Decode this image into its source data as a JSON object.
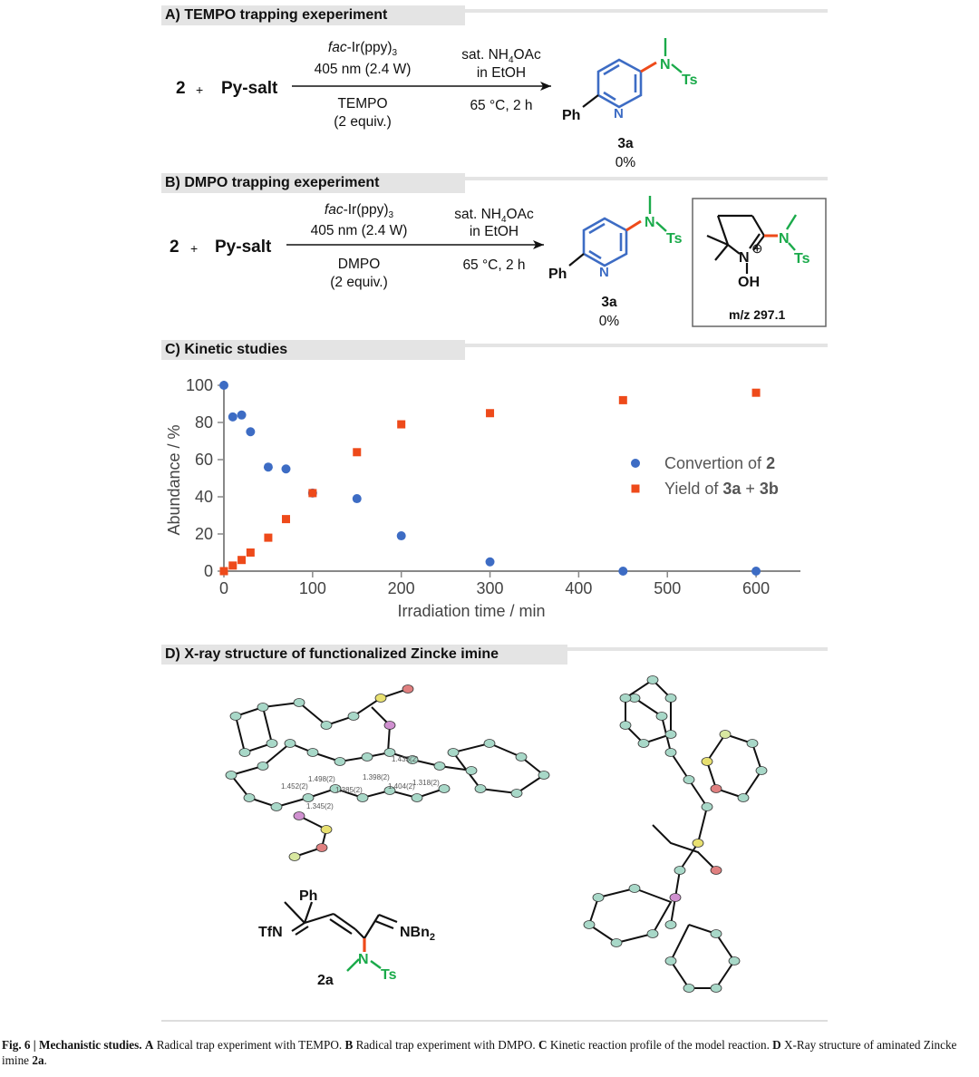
{
  "sections": {
    "a": "A) TEMPO trapping exeperiment",
    "b": "B) DMPO trapping exeperiment",
    "c": "C) Kinetic studies",
    "d": "D) X-ray structure of functionalized Zincke imine"
  },
  "scheme_a": {
    "reactant1": "2",
    "plus": "+",
    "reactant2": "Py-salt",
    "cat_prefix": "fac",
    "cat_rest": "-Ir(ppy)",
    "cat_sub": "3",
    "light": "405 nm (2.4 W)",
    "additive": "TEMPO",
    "equiv": "(2 equiv.)",
    "reagent_pre": "sat. NH",
    "reagent_sub": "4",
    "reagent_post": "OAc",
    "solvent": "in EtOH",
    "temp": "65 °C, 2 h",
    "product": "3a",
    "yield": "0%"
  },
  "scheme_b": {
    "reactant1": "2",
    "plus": "+",
    "reactant2": "Py-salt",
    "cat_prefix": "fac",
    "cat_rest": "-Ir(ppy)",
    "cat_sub": "3",
    "light": "405 nm (2.4 W)",
    "additive": "DMPO",
    "equiv": "(2 equiv.)",
    "reagent_pre": "sat. NH",
    "reagent_sub": "4",
    "reagent_post": "OAc",
    "solvent": "in EtOH",
    "temp": "65 °C, 2 h",
    "product": "3a",
    "yield": "0%",
    "adduct_mz": "m/z 297.1"
  },
  "molecule_labels": {
    "ph": "Ph",
    "n": "N",
    "ts": "Ts",
    "oh": "OH",
    "plus_circle": "⊕",
    "tfn": "TfN",
    "nbn2": "NBn",
    "nbn2_sub": "2",
    "compound_2a": "2a"
  },
  "bond_lengths": [
    "1.433(2)",
    "1.498(2)",
    "1.398(2)",
    "1.385(2)",
    "1.404(2)",
    "1.318(2)",
    "1.452(2)",
    "1.345(2)"
  ],
  "chart_data": {
    "type": "scatter",
    "xlabel": "Irradiation time / min",
    "ylabel": "Abundance / %",
    "xlim": [
      0,
      650
    ],
    "ylim": [
      0,
      100
    ],
    "xticks": [
      0,
      100,
      200,
      300,
      400,
      500,
      600
    ],
    "yticks": [
      0,
      20,
      40,
      60,
      80,
      100
    ],
    "legend_position": "right",
    "series": [
      {
        "name_pre": "Convertion of ",
        "name_bold": "2",
        "marker": "circle",
        "color": "#3d6cc4",
        "x": [
          0,
          10,
          20,
          30,
          50,
          70,
          100,
          150,
          200,
          300,
          450,
          600
        ],
        "y": [
          100,
          83,
          84,
          75,
          56,
          55,
          42,
          39,
          19,
          5,
          0,
          0
        ]
      },
      {
        "name_pre": "Yield of ",
        "name_bold": "3a",
        "name_mid": " + ",
        "name_bold2": "3b",
        "marker": "square",
        "color": "#ee4a1a",
        "x": [
          0,
          10,
          20,
          30,
          50,
          70,
          100,
          150,
          200,
          300,
          450,
          600
        ],
        "y": [
          0,
          3,
          6,
          10,
          18,
          28,
          42,
          64,
          79,
          85,
          92,
          96
        ]
      }
    ]
  },
  "caption": {
    "fig": "Fig. 6 | Mechanistic studies.",
    "a_tag": "A",
    "a_text": " Radical trap experiment with TEMPO. ",
    "b_tag": "B",
    "b_text": " Radical trap experiment with DMPO. ",
    "c_tag": "C",
    "c_text": " Kinetic reaction profile of the model reaction. ",
    "d_tag": "D",
    "d_text": " X-Ray structure of aminated Zincke imine ",
    "d_bold": "2a",
    "d_end": "."
  },
  "colors": {
    "pyridine": "#3d6cc4",
    "amine": "#1aaa4a",
    "new_bond": "#ee4a1a"
  }
}
